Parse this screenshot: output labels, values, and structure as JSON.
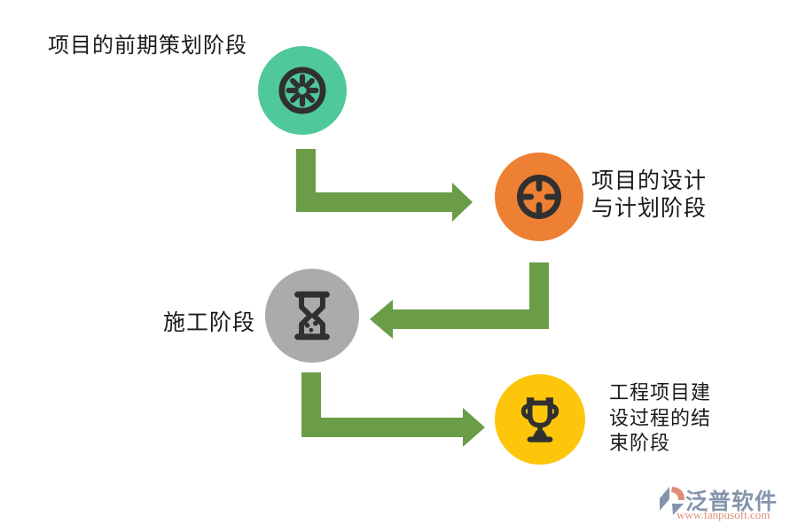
{
  "colors": {
    "background": "#ffffff",
    "text": "#1a1a1a",
    "icon_ink": "#303030",
    "arrow_green": "#6b9c47",
    "teal": "#4fc89a",
    "orange": "#ed8033",
    "gray": "#ababab",
    "yellow": "#fdc60a",
    "brand_blue": "#8495ab",
    "brand_red": "#de8c76"
  },
  "diagram": {
    "title": "项目的前期策划阶段",
    "steps": [
      {
        "label": "项目的前期策划阶段",
        "icon": "kiwi-slice-icon",
        "circle_color": "#4fc89a"
      },
      {
        "label": "项目的设计\n与计划阶段",
        "icon": "target-icon",
        "circle_color": "#ed8033"
      },
      {
        "label": "施工阶段",
        "icon": "hourglass-icon",
        "circle_color": "#ababab"
      },
      {
        "label": "工程项目建\n设过程的结\n束阶段",
        "icon": "trophy-icon",
        "circle_color": "#fdc60a"
      }
    ],
    "arrows": [
      {
        "from_step": 0,
        "to_step": 1,
        "direction": "down-right"
      },
      {
        "from_step": 1,
        "to_step": 2,
        "direction": "down-left"
      },
      {
        "from_step": 2,
        "to_step": 3,
        "direction": "down-right"
      }
    ]
  },
  "watermark": {
    "brand": "泛普软件",
    "url": "www.fanpusoft.com"
  }
}
